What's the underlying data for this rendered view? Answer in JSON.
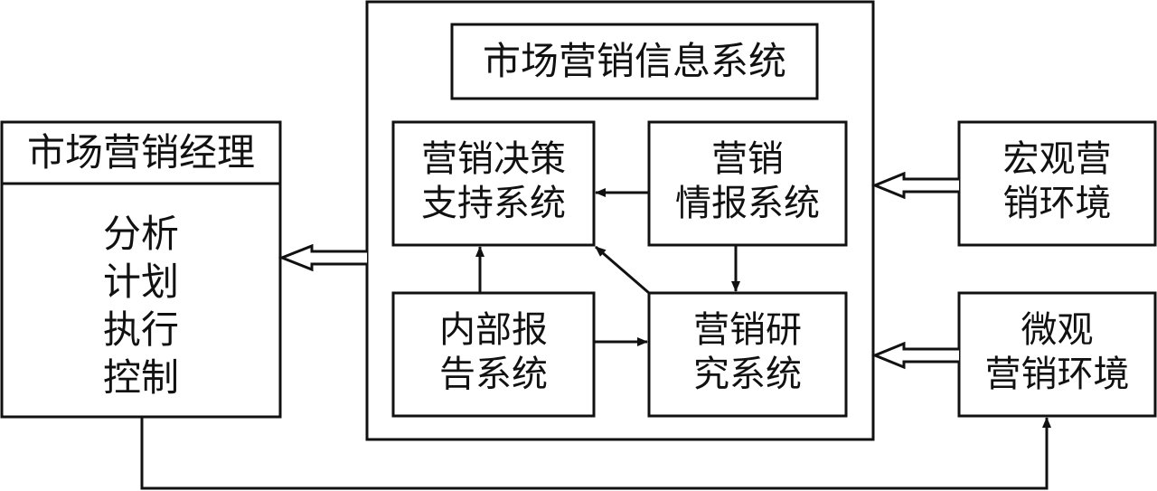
{
  "manager": {
    "title": "市场营销经理",
    "functions": [
      "分析",
      "计划",
      "执行",
      "控制"
    ]
  },
  "mis": {
    "title": "市场营销信息系统",
    "decision_support": [
      "营销决策",
      "支持系统"
    ],
    "intelligence": [
      "营销",
      "情报系统"
    ],
    "internal_reports": [
      "内部报",
      "告系统"
    ],
    "research": [
      "营销研",
      "究系统"
    ]
  },
  "environment": {
    "macro": [
      "宏观营",
      "销环境"
    ],
    "micro": [
      "微观",
      "营销环境"
    ]
  }
}
